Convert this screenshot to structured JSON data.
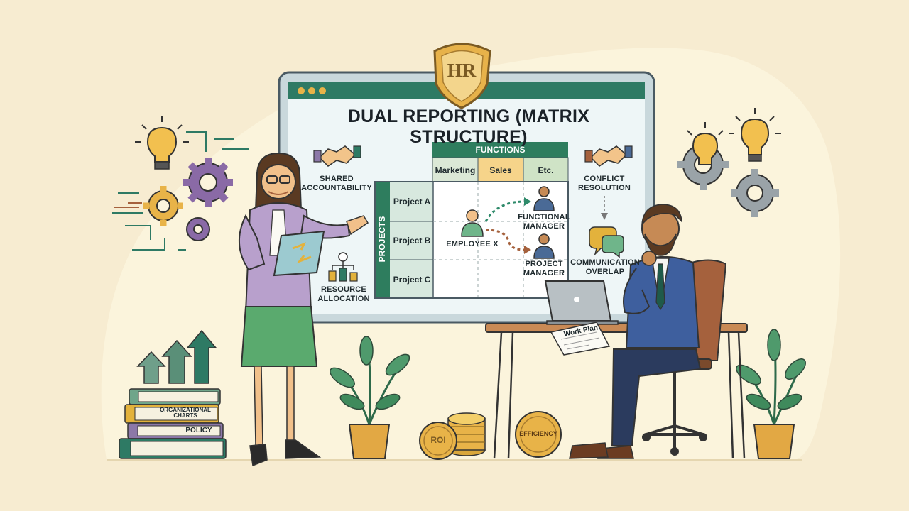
{
  "slide": {
    "title": "DUAL REPORTING (MATRIX STRUCTURE)",
    "emblem": "HR"
  },
  "matrix": {
    "functions_header": "FUNCTIONS",
    "functions": [
      "Marketing",
      "Sales",
      "Etc."
    ],
    "projects_header": "PROJECTS",
    "projects": [
      "Project A",
      "Project B",
      "Project C"
    ],
    "employee": "EMPLOYEE X",
    "functional_manager": "FUNCTIONAL MANAGER",
    "project_manager": "PROJECT MANAGER"
  },
  "side_labels": {
    "shared_accountability": "SHARED ACCOUNTABILITY",
    "resource_allocation": "RESOURCE ALLOCATION",
    "conflict_resolution": "CONFLICT RESOLUTION",
    "communication_overlap": "COMMUNICATION OVERLAP"
  },
  "props": {
    "work_plan": "Work Plan",
    "book_org_charts": "ORGANIZATIONAL CHARTS",
    "book_policy": "POLICY",
    "coin_roi": "ROI",
    "coin_efficiency": "EFFICIENCY"
  },
  "colors": {
    "background": "#f7ecd1",
    "backdrop": "#fbf4dc",
    "teal": "#2e7a64",
    "purple": "#8c78a8",
    "gold": "#e3b23c",
    "header_green": "#2e7d5e",
    "marketing_cell": "#dbe8d6",
    "sales_cell": "#f6d48a",
    "etc_cell": "#cfe3c6"
  }
}
